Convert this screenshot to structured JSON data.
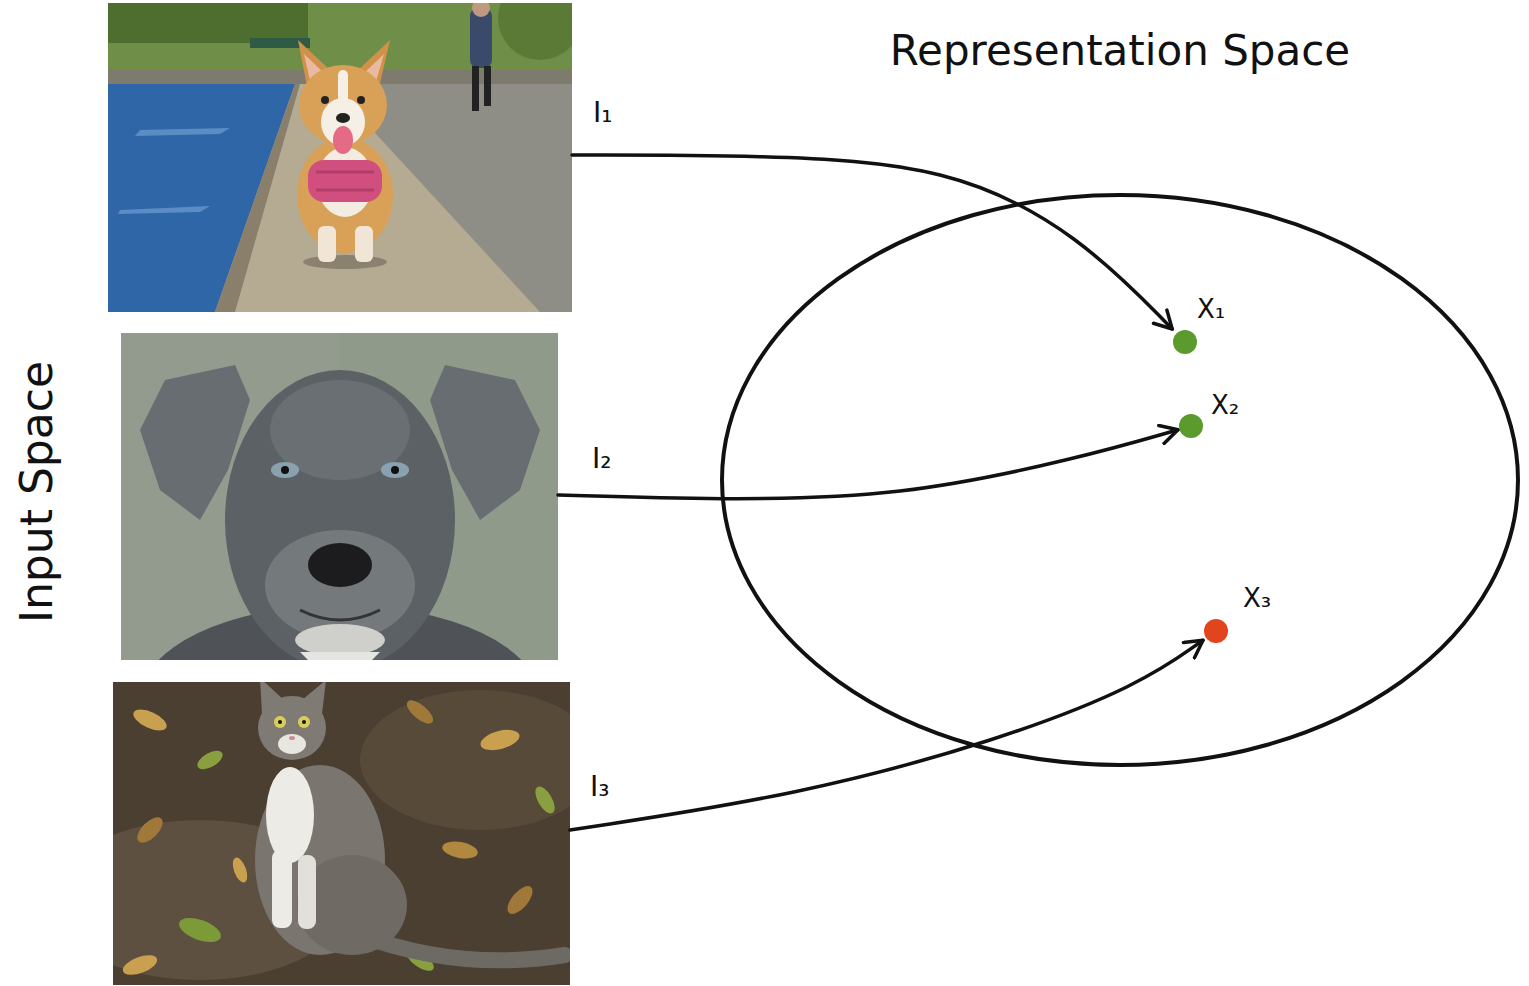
{
  "diagram": {
    "nodes": [
      {
        "text": [
          "I₁"
        ]
      },
      {
        "text": [
          "I₂"
        ]
      },
      {
        "text": [
          "I₃"
        ]
      },
      {
        "text": [
          "Representation Space"
        ]
      },
      {
        "text": [
          "X₁"
        ],
        "in": 3
      },
      {
        "text": [
          "X₂"
        ],
        "in": 3
      },
      {
        "text": [
          "X₃"
        ],
        "in": 3
      }
    ],
    "edges": [
      {
        "from": 0,
        "to": 4,
        "arrow": "to"
      },
      {
        "from": 1,
        "to": 5,
        "arrow": "to"
      },
      {
        "from": 2,
        "to": 6,
        "arrow": "to"
      }
    ],
    "labels": [
      "Input Space"
    ]
  }
}
